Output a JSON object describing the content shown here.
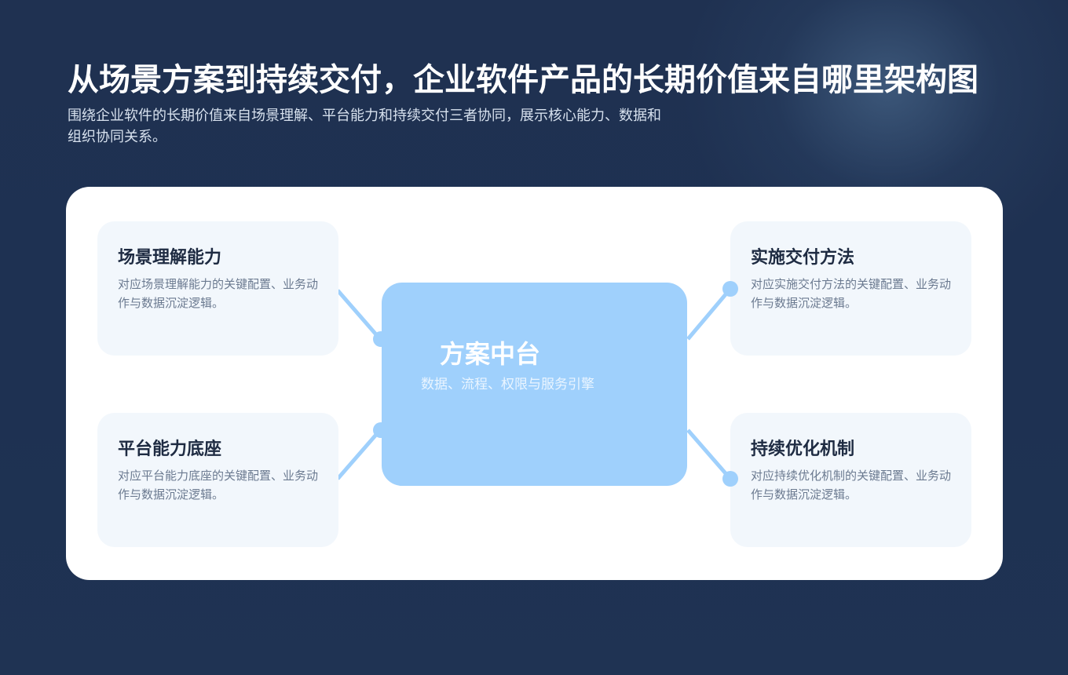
{
  "header": {
    "title": "从场景方案到持续交付，企业软件产品的长期价值来自哪里架构图",
    "subtitle": "围绕企业软件的长期价值来自场景理解、平台能力和持续交付三者协同，展示核心能力、数据和组织协同关系。"
  },
  "hub": {
    "title": "方案中台",
    "subtitle": "数据、流程、权限与服务引擎"
  },
  "cards": [
    {
      "title": "场景理解能力",
      "desc": "对应场景理解能力的关键配置、业务动作与数据沉淀逻辑。",
      "position": "top-left"
    },
    {
      "title": "平台能力底座",
      "desc": "对应平台能力底座的关键配置、业务动作与数据沉淀逻辑。",
      "position": "bottom-left"
    },
    {
      "title": "实施交付方法",
      "desc": "对应实施交付方法的关键配置、业务动作与数据沉淀逻辑。",
      "position": "top-right"
    },
    {
      "title": "持续优化机制",
      "desc": "对应持续优化机制的关键配置、业务动作与数据沉淀逻辑。",
      "position": "bottom-right"
    }
  ],
  "colors": {
    "background": "#1f3151",
    "panel": "#ffffff",
    "card": "#f2f7fc",
    "hub": "#9fd0fc",
    "connector": "#9fd0fc",
    "card_title": "#1e2b42",
    "card_desc": "#6b7a90"
  }
}
